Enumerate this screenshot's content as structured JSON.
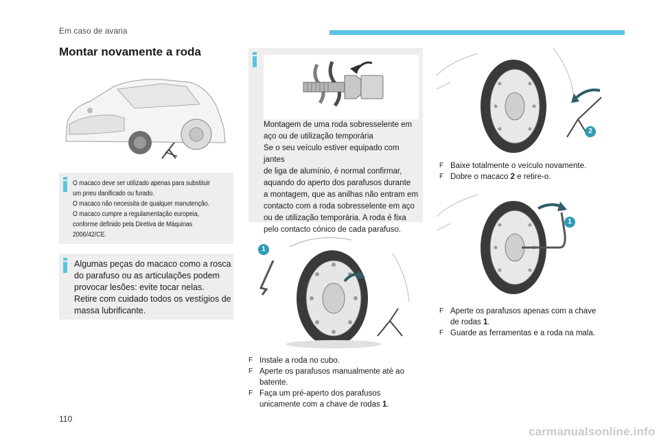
{
  "header": {
    "section_label": "Em caso de avaria",
    "accent_color": "#5bc4e0"
  },
  "section_title": "Montar novamente a roda",
  "notes": {
    "jack_usage": [
      "O macaco deve ser utilizado apenas para substituir",
      "um pneu danificado ou furado.",
      "O macaco não necessita de qualquer manutenção.",
      "O macaco cumpre a regulamentação europeia,",
      "conforme definido pela Diretiva de Máquinas",
      "2006/42/CE."
    ],
    "jack_parts": [
      "Algumas peças do macaco como a rosca",
      "do parafuso ou as articulações podem",
      "provocar lesões: evite tocar nelas.",
      "Retire com cuidado todos os vestígios de",
      "massa lubrificante."
    ],
    "spare_wheel": {
      "title_line1": "Montagem de uma roda sobresselente em",
      "title_line2": "aço ou de utilização temporária",
      "lines": [
        "Se o seu veículo estiver equipado com jantes",
        "de liga de alumínio, é normal confirmar,",
        "aquando do aperto dos parafusos durante",
        "a montagem, que as anilhas não entram em",
        "contacto com a roda sobresselente em aço",
        "ou de utilização temporária. A roda é fixa",
        "pelo contacto cónico de cada parafuso."
      ]
    }
  },
  "steps_middle": [
    {
      "text": "Instale a roda no cubo.",
      "cont": ""
    },
    {
      "text": "Aperte os parafusos manualmente até ao",
      "cont": "batente."
    },
    {
      "text": "Faça um pré-aperto dos parafusos",
      "cont": "unicamente com a chave de rodas ",
      "ref": "1",
      "tail": "."
    }
  ],
  "steps_right_top": [
    {
      "text": "Baixe totalmente o veículo novamente.",
      "cont": ""
    },
    {
      "text": "Dobre o macaco ",
      "ref": "2",
      "tail": " e retire-o."
    }
  ],
  "steps_right_bottom": [
    {
      "text": "Aperte os parafusos apenas com a chave",
      "cont": "de rodas ",
      "ref": "1",
      "tail": "."
    },
    {
      "text": "Guarde as ferramentas e a roda na mala.",
      "cont": ""
    }
  ],
  "callouts": {
    "wrench": "1",
    "jack": "2"
  },
  "check_symbol": "F",
  "page_number": "110",
  "watermark": "carmanualsonline.info"
}
